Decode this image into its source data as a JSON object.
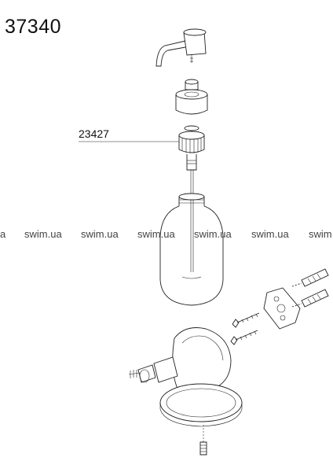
{
  "header": {
    "model_number": "37340"
  },
  "callouts": [
    {
      "label": "23427"
    }
  ],
  "watermark": {
    "text": "swim.ua",
    "items": [
      "a",
      "swim.ua",
      "swim.ua",
      "swim.ua",
      "swim.ua",
      "swim.ua",
      "swim"
    ]
  },
  "diagram": {
    "type": "exploded-view",
    "parts": [
      "pump-head",
      "collar-ring",
      "pump-body-23427",
      "dip-tube",
      "bottle",
      "holder-cup",
      "holder-ring",
      "wall-bracket",
      "screws",
      "wall-plugs",
      "bottom-screw"
    ],
    "colors": {
      "line": "#222222",
      "fill": "#ffffff",
      "watermark": "#444444"
    }
  }
}
